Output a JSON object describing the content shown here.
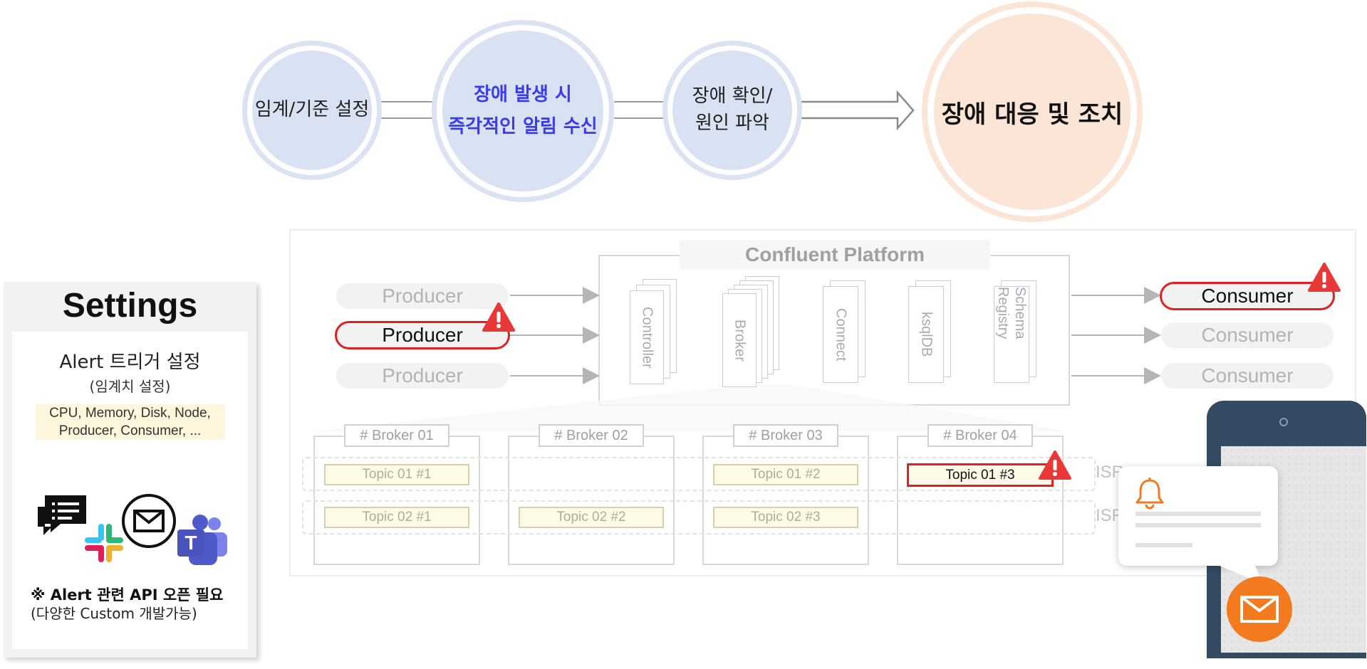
{
  "flow": {
    "step1": "임계/기준 설정",
    "step2_line1": "장애 발생 시",
    "step2_line2": "즉각적인 알림 수신",
    "step3_line1": "장애 확인/",
    "step3_line2": "원인 파악",
    "step4": "장애 대응 및 조치"
  },
  "platform": {
    "title": "Confluent Platform",
    "producers": [
      "Producer",
      "Producer",
      "Producer"
    ],
    "consumers": [
      "Consumer",
      "Consumer",
      "Consumer"
    ],
    "components": [
      "Controller",
      "Broker",
      "Connect",
      "ksqlDB",
      "Schema Registry"
    ],
    "brokers": [
      "# Broker 01",
      "# Broker 02",
      "# Broker 03",
      "# Broker 04"
    ],
    "topics": {
      "b1_r1": "Topic 01 #1",
      "b1_r2": "Topic 02 #1",
      "b2_r2": "Topic 02 #2",
      "b3_r1": "Topic 01 #2",
      "b3_r2": "Topic 02 #3",
      "b4_r1": "Topic 01 #3"
    },
    "isr_label": "ISR"
  },
  "settings": {
    "title": "Settings",
    "alert_line": "Alert 트리거 설정",
    "threshold_line": "(임계치 설정)",
    "metrics_line1": "CPU, Memory, Disk, Node,",
    "metrics_line2": "Producer, Consumer, ...",
    "api_note": "※ Alert 관련 API 오픈 필요",
    "custom_note": "(다양한 Custom 개발가능)"
  },
  "colors": {
    "alert_red": "#e02020",
    "flow_blue": "#3a3af0",
    "circle_blue": "#d9e2f3",
    "circle_peach": "#fbe5d6",
    "mail_orange": "#f47a20",
    "phone_navy": "#344a63"
  },
  "icons": [
    "chat-icon",
    "slack-icon",
    "mail-icon",
    "teams-icon",
    "bell-icon",
    "warning-icon"
  ]
}
